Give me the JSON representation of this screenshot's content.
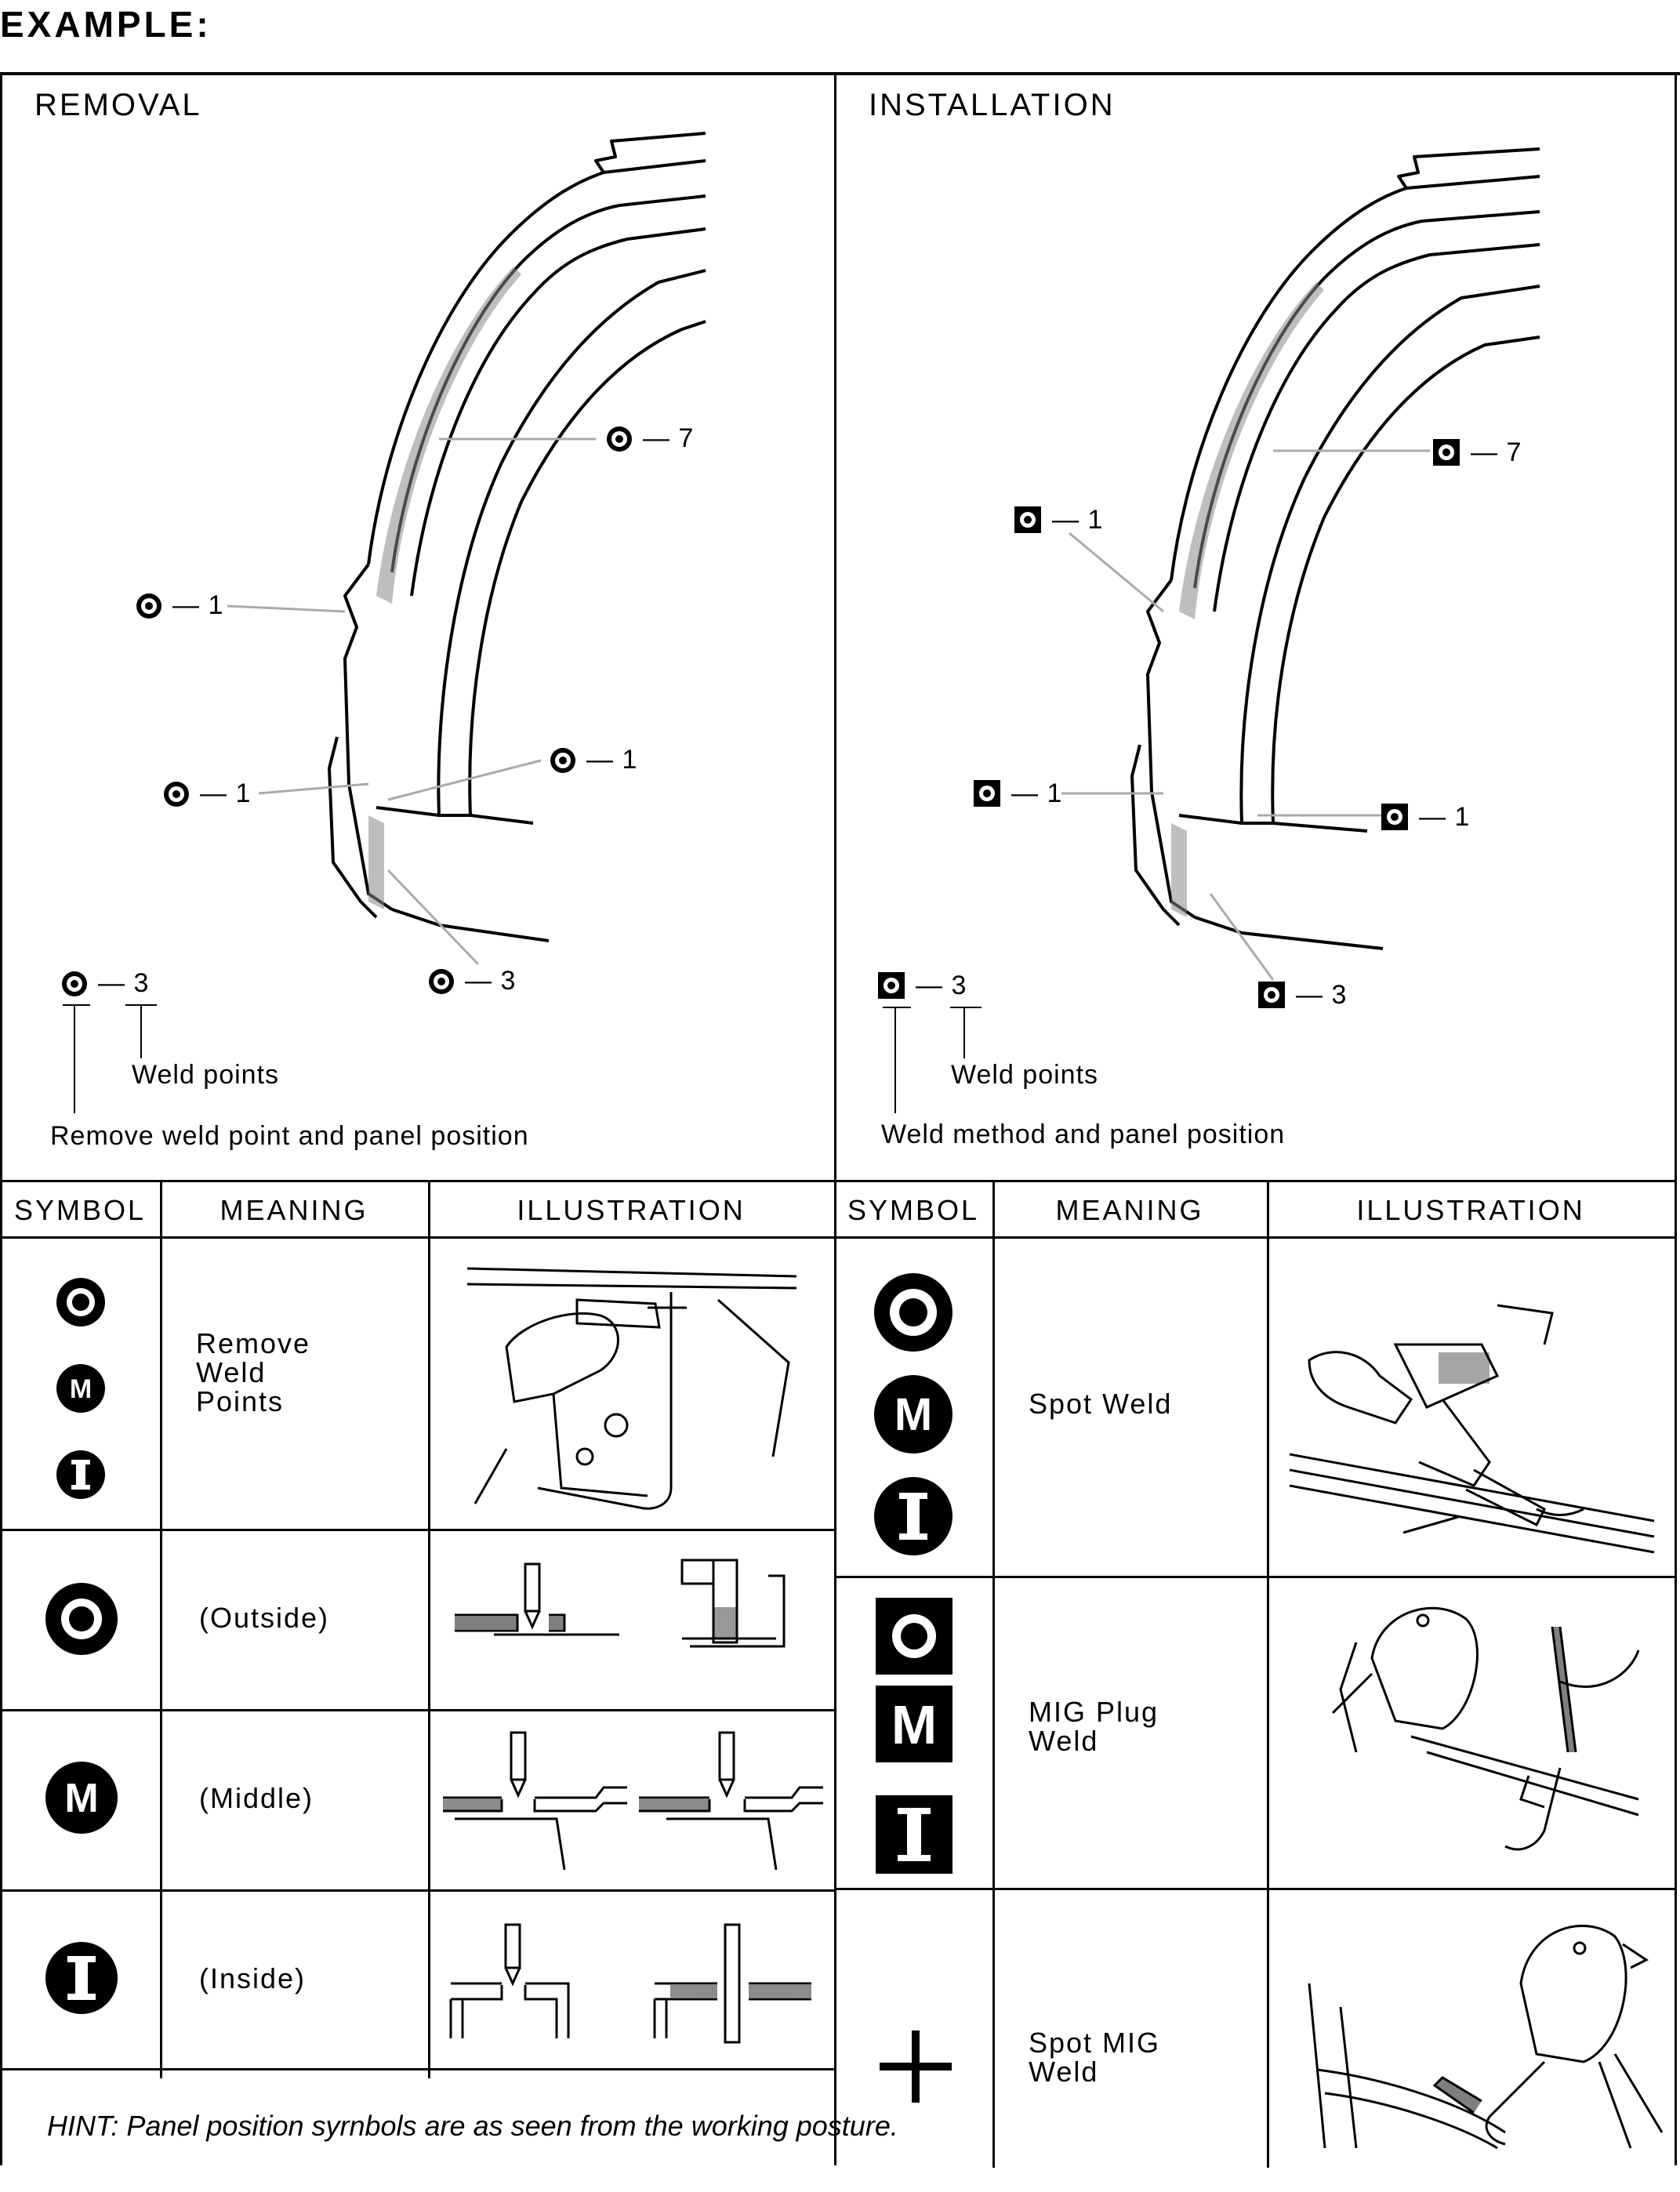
{
  "heading": "EXAMPLE:",
  "removal": {
    "title": "REMOVAL",
    "callouts": [
      "7",
      "1",
      "1",
      "1",
      "3"
    ],
    "legend_count": "3",
    "weld_points_label": "Weld points",
    "position_label": "Remove weld point and panel position"
  },
  "installation": {
    "title": "INSTALLATION",
    "callouts": [
      "7",
      "1",
      "1",
      "1",
      "3"
    ],
    "legend_count": "3",
    "weld_points_label": "Weld points",
    "position_label": "Weld method and panel position"
  },
  "left_table": {
    "headers": [
      "SYMBOL",
      "MEANING",
      "ILLUSTRATION"
    ],
    "rows": [
      {
        "symbols": [
          "O",
          "M",
          "I"
        ],
        "meaning": "Remove Weld Points"
      },
      {
        "symbols": [
          "O"
        ],
        "meaning": "(Outside)"
      },
      {
        "symbols": [
          "M"
        ],
        "meaning": "(Middle)"
      },
      {
        "symbols": [
          "I"
        ],
        "meaning": "(Inside)"
      }
    ],
    "hint": "HINT: Panel position syrnbols are as seen from the working posture."
  },
  "right_table": {
    "headers": [
      "SYMBOL",
      "MEANING",
      "ILLUSTRATION"
    ],
    "rows": [
      {
        "symbols": [
          "O",
          "M",
          "I"
        ],
        "meaning": "Spot Weld"
      },
      {
        "symbols": [
          "O",
          "M",
          "I"
        ],
        "meaning": "MIG Plug Weld"
      },
      {
        "symbols": [
          "+"
        ],
        "meaning": "Spot MIG Weld"
      }
    ]
  }
}
